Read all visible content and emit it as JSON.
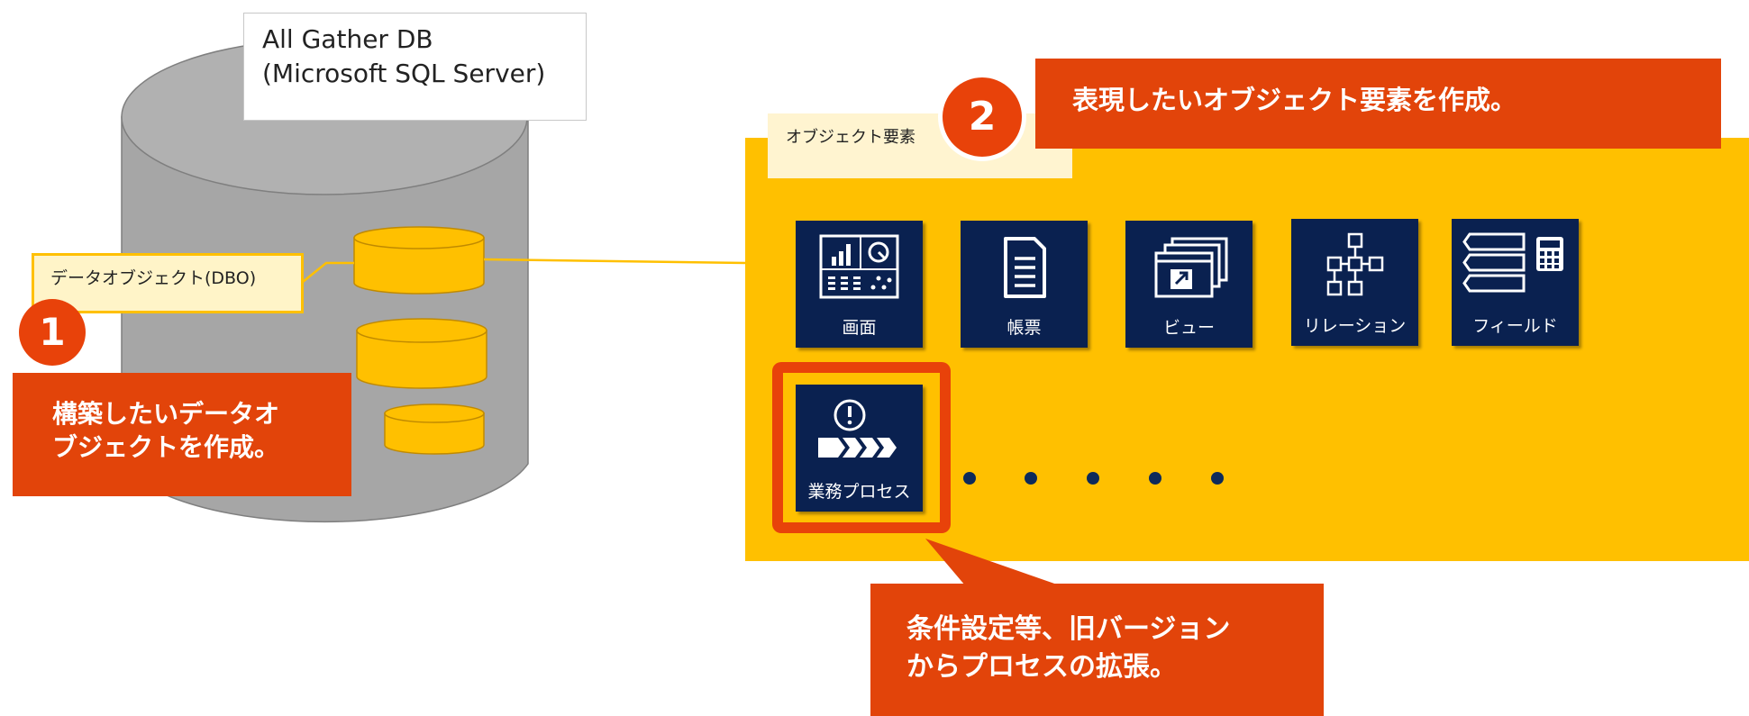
{
  "database": {
    "title_line1": "All Gather DB",
    "title_line2": "(Microsoft SQL Server)",
    "dbo_label": "データオブジェクト(DBO)"
  },
  "step1": {
    "number": "1",
    "callout_line1": "構築したいデータオ",
    "callout_line2": "ブジェクトを作成。"
  },
  "step2": {
    "number": "2",
    "callout": "表現したいオブジェクト要素を作成。"
  },
  "objects": {
    "panel_label": "オブジェクト要素",
    "tiles": [
      {
        "label": "画面",
        "icon": "dashboard-icon"
      },
      {
        "label": "帳票",
        "icon": "document-icon"
      },
      {
        "label": "ビュー",
        "icon": "windows-view-icon"
      },
      {
        "label": "リレーション",
        "icon": "relation-icon"
      },
      {
        "label": "フィールド",
        "icon": "field-icon"
      },
      {
        "label": "業務プロセス",
        "icon": "process-icon"
      }
    ],
    "ellipsis_count": 5
  },
  "bottom_callout": {
    "line1": "条件設定等、旧バージョン",
    "line2": "からプロセスの拡張。"
  },
  "colors": {
    "accent_red": "#e2440a",
    "panel_yellow": "#ffc000",
    "tile_navy": "#0a2150",
    "cylinder_gray": "#a6a6a6"
  }
}
